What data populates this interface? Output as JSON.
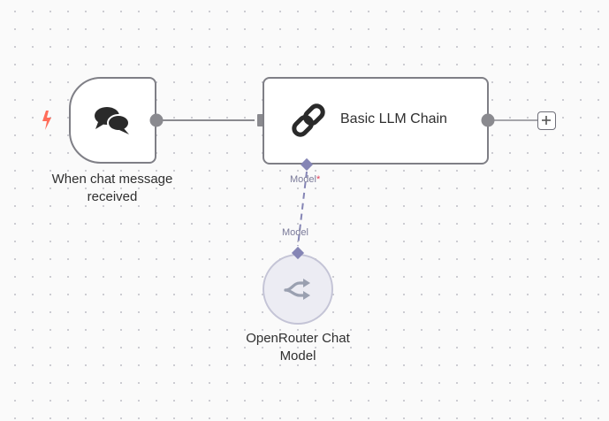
{
  "nodes": {
    "trigger": {
      "label": "When chat message received",
      "icon": "chat-bubbles-icon"
    },
    "chain": {
      "title": "Basic LLM Chain",
      "icon": "link-icon"
    },
    "model": {
      "label": "OpenRouter Chat Model",
      "icon": "openrouter-icon"
    }
  },
  "ports": {
    "chain_model_label": "Model",
    "chain_model_required": "*",
    "model_output_label": "Model"
  },
  "colors": {
    "trigger_bolt": "#ff6d5a",
    "node_border": "#7f7f86",
    "ai_port": "#8585b5",
    "model_node_bg": "#ececf3"
  }
}
